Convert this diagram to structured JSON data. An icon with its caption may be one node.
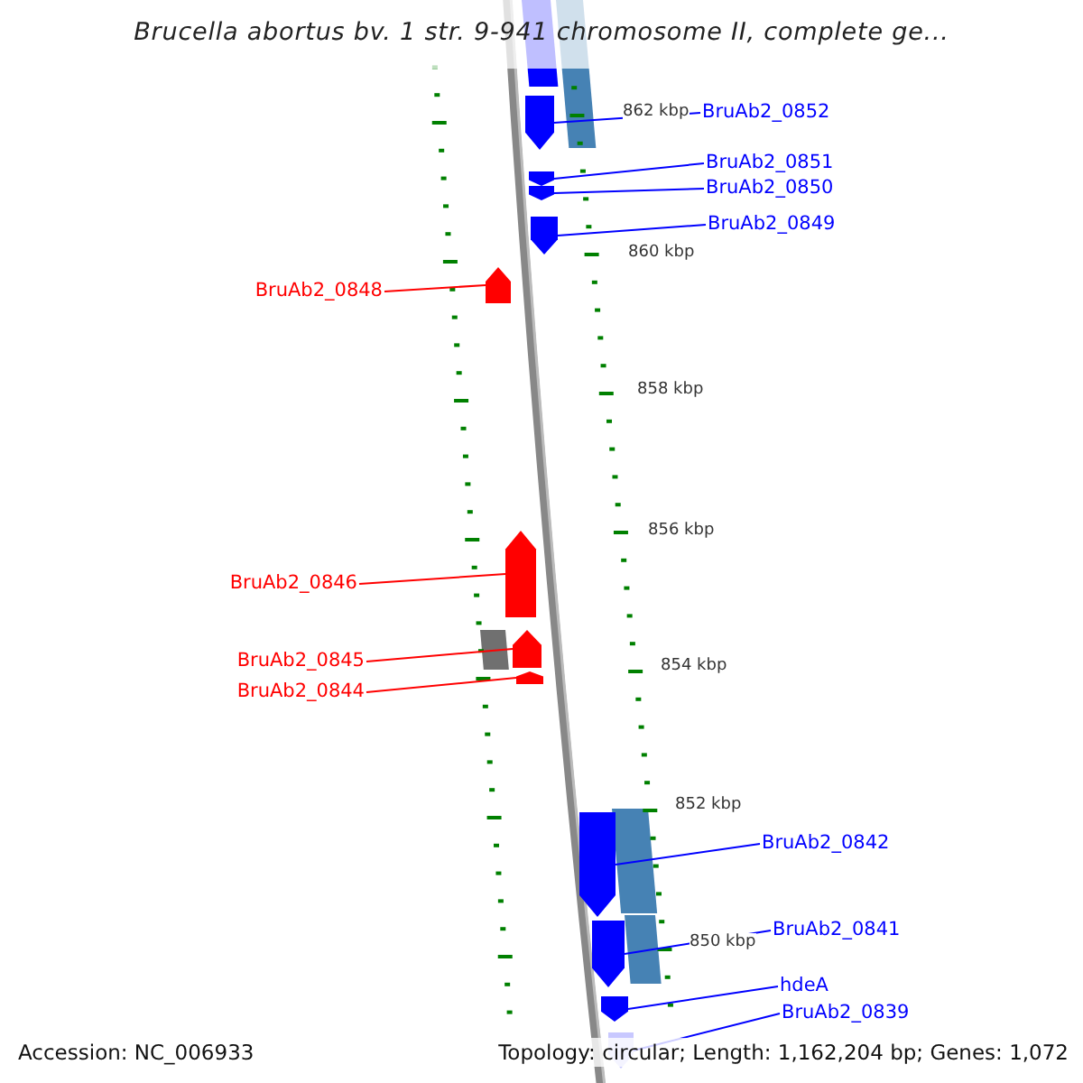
{
  "diagram": {
    "title": "Brucella abortus bv. 1 str. 9-941 chromosome II, complete ge...",
    "nodes": [
      {
        "text": [
          "BruAb2_0852"
        ]
      },
      {
        "text": [],
        "shape": "arrow"
      },
      {
        "text": [
          "BruAb2_0851"
        ]
      },
      {
        "text": [],
        "shape": "arrow"
      },
      {
        "text": [
          "BruAb2_0850"
        ]
      },
      {
        "text": [],
        "shape": "arrow"
      },
      {
        "text": [
          "BruAb2_0849"
        ]
      },
      {
        "text": [],
        "shape": "arrow"
      },
      {
        "text": [
          "BruAb2_0848"
        ]
      },
      {
        "text": [],
        "shape": "arrow"
      },
      {
        "text": [
          "BruAb2_0846"
        ]
      },
      {
        "text": [],
        "shape": "arrow"
      },
      {
        "text": [
          "BruAb2_0845"
        ]
      },
      {
        "text": [],
        "shape": "arrow"
      },
      {
        "text": [
          "BruAb2_0844"
        ]
      },
      {
        "text": [],
        "shape": "arrow"
      },
      {
        "text": [
          "BruAb2_0842"
        ]
      },
      {
        "text": [],
        "shape": "arrow"
      },
      {
        "text": [
          "BruAb2_0841"
        ]
      },
      {
        "text": [],
        "shape": "arrow"
      },
      {
        "text": [
          "hdeA"
        ]
      },
      {
        "text": [],
        "shape": "arrow"
      },
      {
        "text": [
          "BruAb2_0839"
        ]
      },
      {
        "text": [],
        "shape": "arrow"
      }
    ],
    "edges": [
      {
        "from": 0,
        "to": 1,
        "arrow": "none"
      },
      {
        "from": 2,
        "to": 3,
        "arrow": "none"
      },
      {
        "from": 4,
        "to": 5,
        "arrow": "none"
      },
      {
        "from": 6,
        "to": 7,
        "arrow": "none"
      },
      {
        "from": 8,
        "to": 9,
        "arrow": "none",
        "color": "#ff0000"
      },
      {
        "from": 10,
        "to": 11,
        "arrow": "none",
        "color": "#ff0000"
      },
      {
        "from": 12,
        "to": 13,
        "arrow": "none",
        "color": "#ff0000"
      },
      {
        "from": 14,
        "to": 15,
        "arrow": "none",
        "color": "#ff0000"
      },
      {
        "from": 16,
        "to": 17,
        "arrow": "none"
      },
      {
        "from": 18,
        "to": 19,
        "arrow": "none"
      },
      {
        "from": 20,
        "to": 21,
        "arrow": "none"
      },
      {
        "from": 22,
        "to": 23,
        "arrow": "none"
      }
    ],
    "labels": [
      "862 kbp",
      "860 kbp",
      "858 kbp",
      "856 kbp",
      "854 kbp",
      "852 kbp",
      "850 kbp",
      "Accession: NC_006933",
      "Topology: circular; Length: 1,162,204 bp; Genes: 1,072"
    ]
  }
}
